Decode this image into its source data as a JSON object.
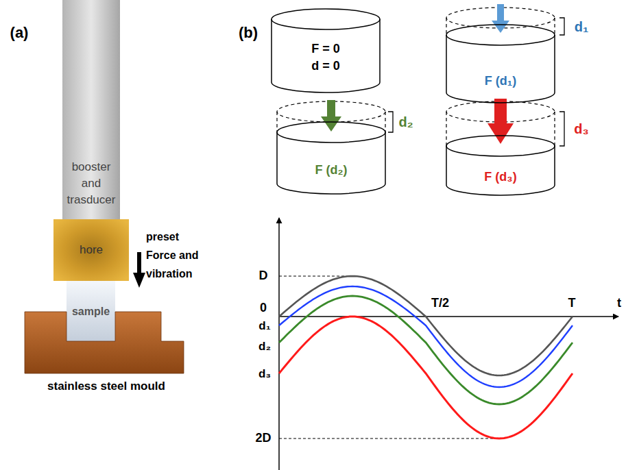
{
  "diagram": {
    "nodes": [
      {
        "text": [
          "booster and trasducer"
        ]
      },
      {
        "text": [
          "hore"
        ]
      },
      {
        "text": [
          "sample"
        ]
      },
      {
        "text": [
          "stainless steel mould"
        ]
      },
      {
        "text": [
          "F = 0",
          "d = 0"
        ]
      },
      {
        "text": [
          "F (d₁)"
        ]
      },
      {
        "text": [
          "F (d₂)"
        ]
      },
      {
        "text": [
          "F (d₃)"
        ]
      }
    ],
    "labels": [
      "(a)",
      "(b)",
      "preset Force and vibration",
      "d₁",
      "d₂",
      "d₃",
      "D",
      "0",
      "T/2",
      "T",
      "t",
      "d₁",
      "d₂",
      "d₃",
      "2D"
    ]
  }
}
